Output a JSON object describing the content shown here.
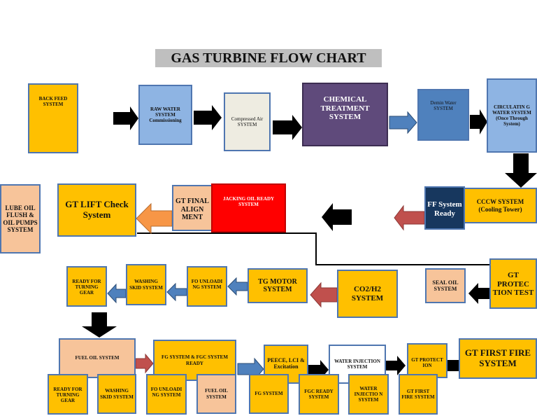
{
  "title": "GAS TURBINE FLOW CHART",
  "boxes": {
    "back_feed": "BACK FEED SYSTEM",
    "raw_water": "RAW WATER SYSTEM Commissioning",
    "compressed_air": "Compressed Air SYSTEM",
    "chemical_treatment": "CHEMICAL TREATMENT SYSTEM",
    "demin_water": "Demin Water SYSTEM",
    "circulating_water": "CIRCULATIN G WATER SYSTEM (Once Through System)",
    "cccw": "CCCW SYSTEM (Cooling Tower)",
    "ff_system": "FF System Ready",
    "jacking_oil": "JACKING OIL READY SYSTEM",
    "gt_final_alignment": "GT FINAL ALIGN MENT",
    "gt_lift_check": "GT LIFT Check System",
    "lube_oil": "LUBE OIL FLUSH & OIL PUMPS SYSTEM",
    "gt_protection_test": "GT PROTEC TION TEST",
    "seal_oil": "SEAL OIL SYSTEM",
    "co2_h2": "CO2/H2 SYSTEM",
    "tg_motor": "TG MOTOR SYSTEM",
    "fo_unloading": "FO UNLOADI NG SYSTEM",
    "washing_skid": "WASHING SKID SYSTEM",
    "ready_turning_gear": "READY FOR TURNING GEAR",
    "fuel_oil_system": "FUEL OIL SYSTEM",
    "fg_fgc": "FG SYSTEM & FGC SYSTEM READY",
    "peece_lci": "PEECE, LCI & Excitation",
    "water_injection": "WATER INJECTION SYSTEM",
    "gt_protection_small": "GT PROTECT ION",
    "gt_first_fire": "GT FIRST FIRE SYSTEM",
    "b_ready_turning": "READY FOR TURNING GEAR",
    "b_washing_skid": "WASHING SKID SYSTEM",
    "b_fo_unloading": "FO UNLOADI NG SYSTEM",
    "b_fuel_oil": "FUEL OIL SYSTEM",
    "b_fg": "FG SYSTEM",
    "b_fgc_ready": "FGC READY SYSTEM",
    "b_water_injection": "WATER INJECTIO N SYSTEM",
    "b_gt_first_fire": "GT FIRST FIRE SYSTEM"
  },
  "colors": {
    "yellow": "#ffc000",
    "peach": "#f7c49a",
    "light_blue": "#8eb4e3",
    "blue": "#4f81bd",
    "purple": "#5f4a7b",
    "navy": "#17375e",
    "red": "#ff0000",
    "arrow_black": "#000000",
    "arrow_blue": "#4f81bd",
    "arrow_red": "#c0504d",
    "arrow_orange": "#f79646"
  }
}
